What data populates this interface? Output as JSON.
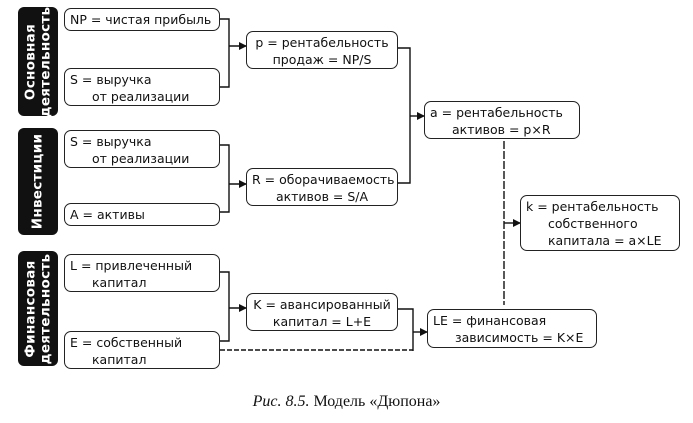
{
  "sections": [
    {
      "label_line1": "Основная",
      "label_line2": "деятельность"
    },
    {
      "label_line1": "Инвестиции",
      "label_line2": ""
    },
    {
      "label_line1": "Финансовая",
      "label_line2": "деятельность"
    }
  ],
  "inputs": {
    "np": {
      "line1": "NP = чистая прибыль",
      "line2": ""
    },
    "s1": {
      "line1": "S = выручка",
      "line2": "от реализации"
    },
    "s2": {
      "line1": "S = выручка",
      "line2": "от реализации"
    },
    "a": {
      "line1": "A = активы",
      "line2": ""
    },
    "l": {
      "line1": "L = привлеченный",
      "line2": "капитал"
    },
    "e": {
      "line1": "E = собственный",
      "line2": "капитал"
    }
  },
  "ratios": {
    "p": {
      "line1": "p = рентабельность",
      "line2": "продаж = NP/S"
    },
    "r": {
      "line1": "R = оборачиваемость",
      "line2": "активов = S/A"
    },
    "k_cap": {
      "line1": "K = авансированный",
      "line2": "капитал = L+E"
    },
    "a_ret": {
      "line1": "a = рентабельность",
      "line2": "активов = p×R"
    },
    "le": {
      "line1": "LE = финансовая",
      "line2": "зависимость = K×E"
    },
    "k_eq": {
      "line1": "k = рентабельность",
      "line2": "собственного",
      "line3": "капитала = a×LE"
    }
  },
  "caption": {
    "prefix": "Рис. 8.5.",
    "title": "Модель «Дюпона»"
  }
}
